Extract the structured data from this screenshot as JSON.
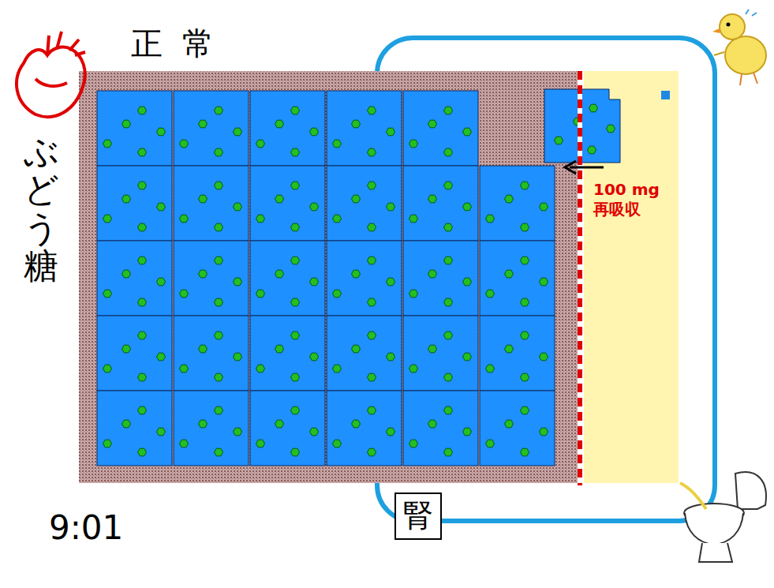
{
  "diagram": {
    "title": "正 常",
    "nodes": [
      {
        "text": [
          "腎"
        ]
      }
    ],
    "labels": [
      "ぶどう糖",
      "100 mg 再吸収",
      "9:01"
    ]
  }
}
